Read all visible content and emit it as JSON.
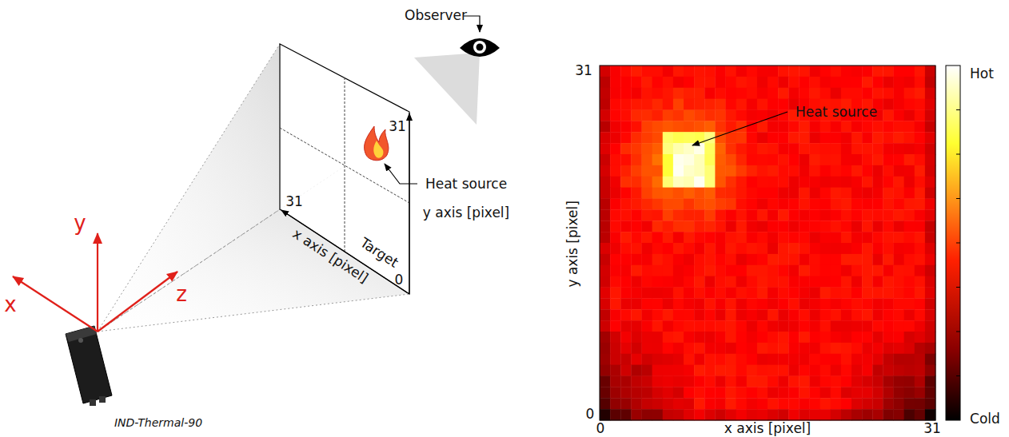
{
  "diagram": {
    "labels": [
      "Observer",
      "Heat source",
      "31",
      "31",
      "y axis [pixel]",
      "x axis [pixel]",
      "Target",
      "0",
      "y",
      "x",
      "z",
      "IND-Thermal-90",
      "31",
      "Heat source",
      "Hot",
      "y axis [pixel]",
      "Cold",
      "0",
      "0",
      "31",
      "x axis [pixel]"
    ]
  }
}
